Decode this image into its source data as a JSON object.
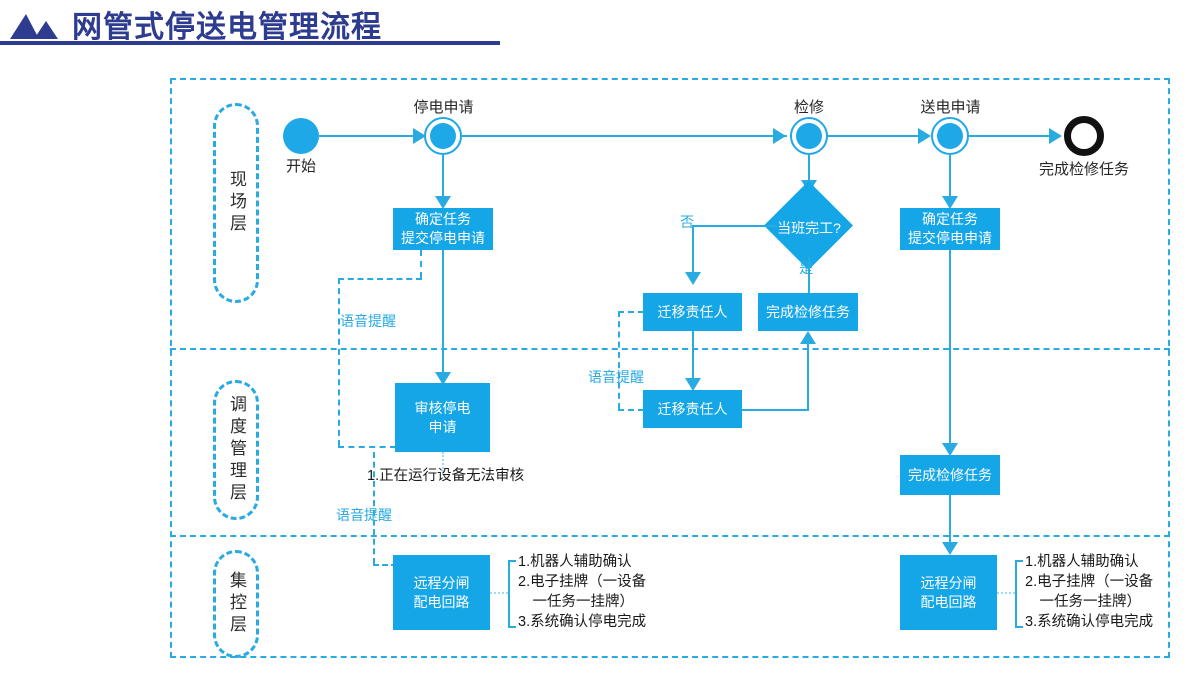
{
  "header": {
    "title": "网管式停送电管理流程",
    "logo_icon": "mountain-triangle-icon",
    "accent_color": "#2e3c8f"
  },
  "theme": {
    "node_fill": "#15a6e8",
    "line_color": "#29abe2",
    "end_node_color": "#111111",
    "text_on_node": "#ffffff"
  },
  "lanes": [
    {
      "label": "现场层"
    },
    {
      "label": "调度管理层"
    },
    {
      "label": "集控层"
    }
  ],
  "nodes": {
    "start": {
      "label": "开始",
      "type": "start-circle"
    },
    "outage_request": {
      "label": "停电申请",
      "type": "event-ring"
    },
    "maintenance": {
      "label": "检修",
      "type": "event-ring"
    },
    "power_on_request": {
      "label": "送电申请",
      "type": "event-ring"
    },
    "end": {
      "label": "完成检修任务",
      "type": "end-ring"
    },
    "confirm_task_outage": {
      "text": "确定任务\n提交停电申请"
    },
    "confirm_task_power_on": {
      "text": "确定任务\n提交停电申请"
    },
    "decision_shift_done": {
      "text": "当班完工?"
    },
    "transfer_owner_field": {
      "text": "迁移责任人"
    },
    "complete_task_field": {
      "text": "完成检修任务"
    },
    "review_outage": {
      "text": "审核停电\n申请"
    },
    "transfer_owner_dispatch": {
      "text": "迁移责任人"
    },
    "complete_task_dispatch": {
      "text": "完成检修任务"
    },
    "remote_switch_left": {
      "text": "远程分闸\n配电回路"
    },
    "remote_switch_right": {
      "text": "远程分闸\n配电回路"
    }
  },
  "edge_labels": {
    "no": "否",
    "yes": "是",
    "voice_reminder_1": "语音提醒",
    "voice_reminder_2": "语音提醒",
    "voice_reminder_3": "语音提醒"
  },
  "notes": {
    "review_note": "1.正在运行设备无法审核",
    "remote_switch_note_left": "1.机器人辅助确认\n2.电子挂牌（一设备\n　一任务一挂牌）\n3.系统确认停电完成",
    "remote_switch_note_right": "1.机器人辅助确认\n2.电子挂牌（一设备\n　一任务一挂牌）\n3.系统确认停电完成"
  }
}
